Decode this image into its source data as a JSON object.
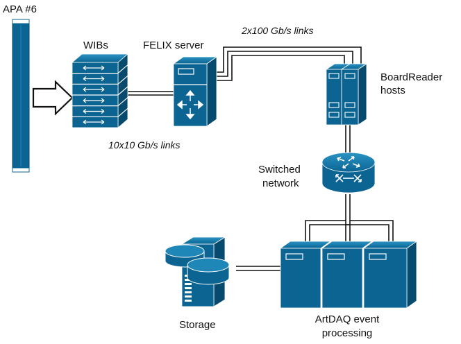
{
  "labels": {
    "apa": "APA #6",
    "wibs": "WIBs",
    "felix": "FELIX server",
    "links_2x100": "2x100 Gb/s links",
    "boardreader_line1": "BoardReader",
    "boardreader_line2": "hosts",
    "links_10x10": "10x10 Gb/s links",
    "switched_line1": "Switched",
    "switched_line2": "network",
    "storage": "Storage",
    "artdaq_line1": "ArtDAQ event",
    "artdaq_line2": "processing"
  },
  "colors": {
    "device_blue": "#0b6492",
    "device_dark": "#064a6e",
    "device_light": "#1f87b8",
    "link_black": "#111111",
    "arrow_white": "#ffffff"
  },
  "icons": {
    "apa": "apa-bar-icon",
    "wibs": "wib-crate-icon",
    "felix": "felix-server-icon",
    "boardreader": "boardreader-hosts-icon",
    "switch": "network-switch-icon",
    "storage": "storage-icon",
    "artdaq": "artdaq-servers-icon"
  }
}
